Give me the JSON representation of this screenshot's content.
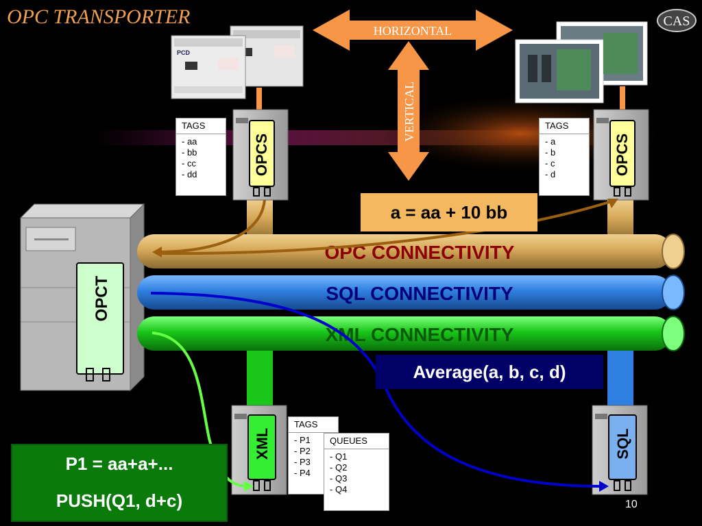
{
  "title": "OPC TRANSPORTER",
  "logo_text": "CAS",
  "arrows": {
    "horizontal": "HORIZONTAL",
    "vertical": "VERTICAL"
  },
  "servers": {
    "opcs_left": "OPCS",
    "opcs_right": "OPCS",
    "opct": "OPCT",
    "xml": "XML",
    "sql": "SQL"
  },
  "tags_left": {
    "header": "TAGS",
    "items": [
      "aa",
      "bb",
      "cc",
      "dd"
    ]
  },
  "tags_right": {
    "header": "TAGS",
    "items": [
      "a",
      "b",
      "c",
      "d"
    ]
  },
  "tags_xml": {
    "header": "TAGS",
    "items": [
      "P1",
      "P2",
      "P3",
      "P4"
    ]
  },
  "queues": {
    "header": "QUEUES",
    "items": [
      "Q1",
      "Q2",
      "Q3",
      "Q4"
    ]
  },
  "pipes": {
    "opc": "OPC CONNECTIVITY",
    "sql": "SQL CONNECTIVITY",
    "xml": "XML CONNECTIVITY"
  },
  "formulas": {
    "top": "a = aa + 10 bb",
    "average": "Average(a, b, c, d)",
    "p1": "P1 = aa+a+...",
    "push": "PUSH(Q1, d+c)"
  },
  "page_number": "10",
  "colors": {
    "orange": "#f79646",
    "opc_pipe": "#d4a95a",
    "sql_pipe": "#2f7fe0",
    "xml_pipe": "#19c619",
    "formula_top_bg": "#f4b860",
    "average_bg": "#000066",
    "p1_bg": "#0a7a0a"
  }
}
